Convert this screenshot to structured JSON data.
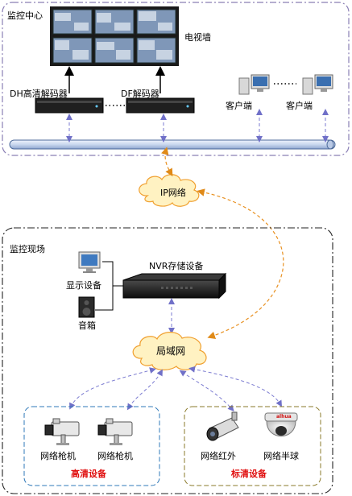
{
  "monitoring_center": {
    "title": "监控中心",
    "tv_wall_label": "电视墙",
    "dh_decoder_label": "DH高清解码器",
    "df_decoder_label": "DF解码器",
    "client_labels": [
      "客户端",
      "客户端"
    ]
  },
  "network": {
    "ip_network_label": "IP网络",
    "lan_label": "局域网"
  },
  "monitoring_site": {
    "title": "监控现场",
    "nvr_label": "NVR存储设备",
    "display_label": "显示设备",
    "speaker_label": "音箱",
    "hd_group_label": "高清设备",
    "sd_group_label": "标清设备",
    "hd_camera_labels": [
      "网络枪机",
      "网络枪机"
    ],
    "sd_camera_labels": [
      "网络红外",
      "网络半球"
    ],
    "dome_brand": "alhua"
  },
  "colors": {
    "center_border": "#8a7fb5",
    "site_border": "#222222",
    "hd_border": "#2f78b8",
    "sd_border": "#8a7a2a",
    "dashed_link_purple": "#7a7ad0",
    "dashed_link_orange": "#e89020",
    "cloud_fill": "#fff2c2",
    "cloud_stroke": "#f0a030",
    "group_label": "#e01010"
  }
}
